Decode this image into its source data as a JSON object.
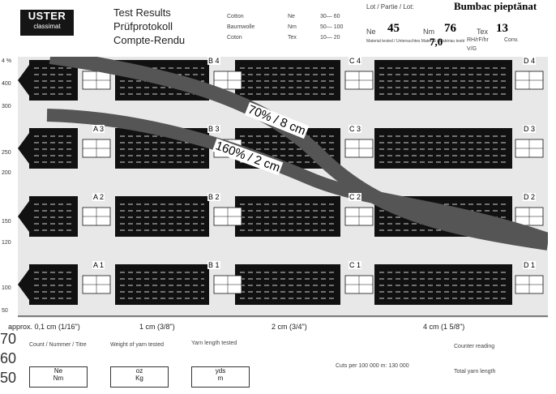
{
  "header": {
    "logo_top": "USTER",
    "logo_bottom": "classimat",
    "titles": [
      "Test Results",
      "Prüfprotokoll",
      "Compte-Rendu"
    ],
    "fiber_table": [
      {
        "name": "Cotton",
        "unit": "Ne",
        "range": "30— 60"
      },
      {
        "name": "Baumwolle",
        "unit": "Nm",
        "range": "50— 100"
      },
      {
        "name": "Coton",
        "unit": "Tex",
        "range": "10— 20"
      }
    ],
    "lot_label": "Lot / Partie / Lot:",
    "lot_value": "Bumbac pieptănat",
    "ne_label": "Ne",
    "ne_value": "45",
    "nm_label": "Nm",
    "nm_value": "76",
    "tex_label": "Tex",
    "tex_value": "13",
    "material_tested_label": "Material tested / Untersuchtes Material / Matériau testé",
    "material_tested_value": "7,0",
    "rh_label": "RH/rF/hr",
    "speed_label": "V/G",
    "conv_label": "Conv."
  },
  "chart": {
    "y_ticks": [
      "4 %",
      "400",
      "300",
      "250",
      "200",
      "150",
      "120",
      "100",
      "50"
    ],
    "x_labels": [
      "approx. 0,1 cm (1/16\")",
      "1 cm (3/8\")",
      "2 cm (3/4\")",
      "4 cm (1 5/8\")"
    ],
    "rows": [
      {
        "row": "4",
        "cells": [
          "",
          "B 4",
          "C 4",
          "D 4"
        ]
      },
      {
        "row": "3",
        "cells": [
          "A 3",
          "B 3",
          "C 3",
          "D 3"
        ]
      },
      {
        "row": "2",
        "cells": [
          "A 2",
          "B 2",
          "C 2",
          "D 2"
        ]
      },
      {
        "row": "1",
        "cells": [
          "A 1",
          "B 1",
          "C 1",
          "D 1"
        ]
      }
    ],
    "annotations": [
      "70% / 8 cm",
      "160% / 2 cm"
    ]
  },
  "footer": {
    "side_numbers": [
      "70",
      "60",
      "50"
    ],
    "box1": [
      "Ne",
      "Nm"
    ],
    "box2": [
      "oz",
      "Kg"
    ],
    "box3": [
      "yds",
      "m"
    ],
    "note1": "Count / Nummer / Titre",
    "note2": "Weight of yarn tested",
    "note3": "Yarn length tested",
    "note4": "Cuts per 100 000 m: 130 000",
    "note5": "Counter reading",
    "note6": "Total yarn length"
  },
  "colors": {
    "ink": "#111111",
    "band": "#555555",
    "paper": "#ffffff"
  }
}
